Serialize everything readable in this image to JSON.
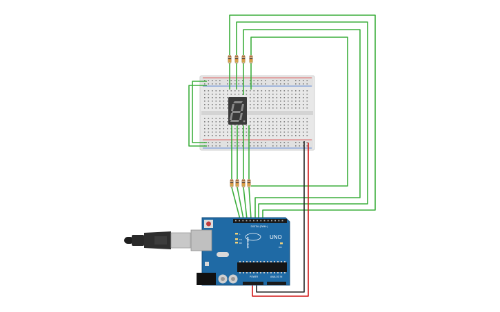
{
  "colors": {
    "wire_green": "#3cae3c",
    "wire_red": "#d01515",
    "wire_black": "#222222",
    "arduino_blue": "#1f6aa5",
    "breadboard": "#e6e6e6",
    "display_body": "#3a3a3a",
    "segment_off": "#8a8a8a",
    "resistor_body": "#d9b48a"
  },
  "icons": {
    "usb_cable": "usb-plug-icon",
    "reset": "reset-button-icon",
    "display": "seven-segment-display-icon",
    "chip": "atmega-chip-icon"
  },
  "arduino": {
    "brand": "ARDUINO",
    "model": "UNO",
    "digital_header": "DIGITAL (PWM~)",
    "power_header": "POWER",
    "analog_header": "ANALOG IN",
    "led_l": "L",
    "led_tx": "TX",
    "led_rx": "RX",
    "on_label": "ON"
  },
  "display": {
    "digit": "8"
  }
}
